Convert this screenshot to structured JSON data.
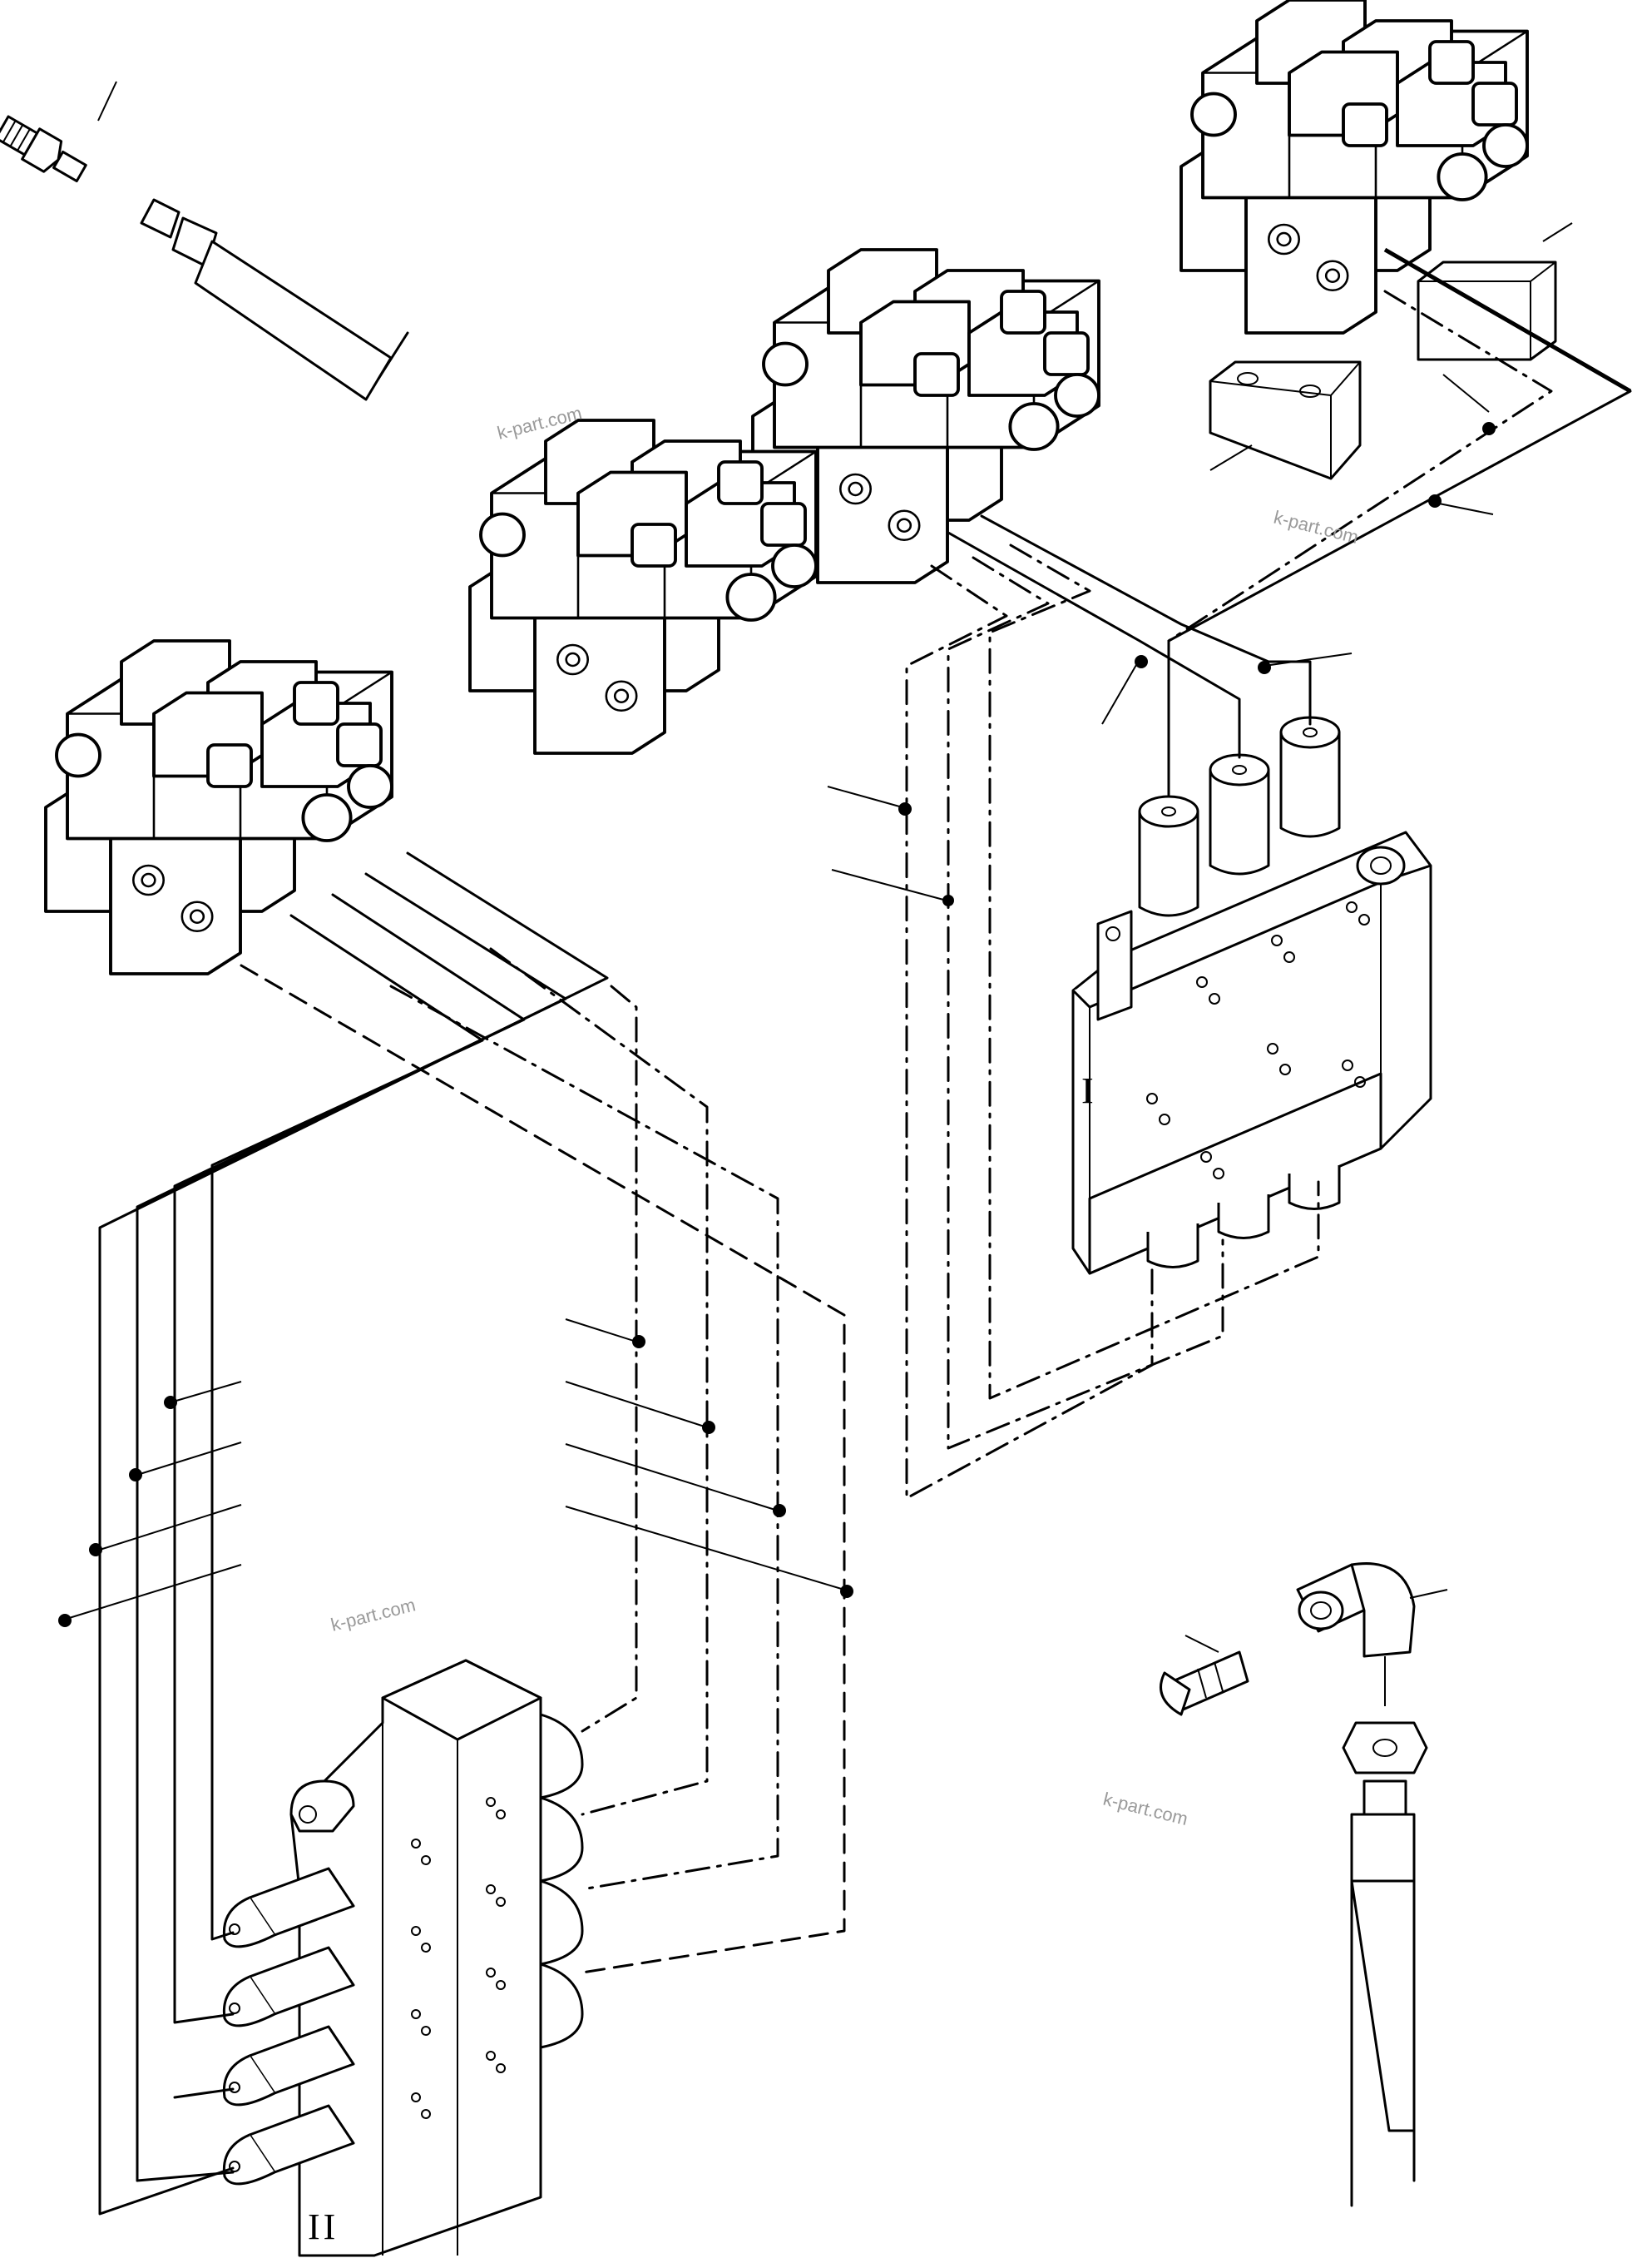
{
  "block_labels": {
    "block_one": "I",
    "block_two": "II"
  },
  "watermarks": [
    "k-part.com",
    "k-part.com",
    "k-part.com",
    "k-part.com"
  ]
}
